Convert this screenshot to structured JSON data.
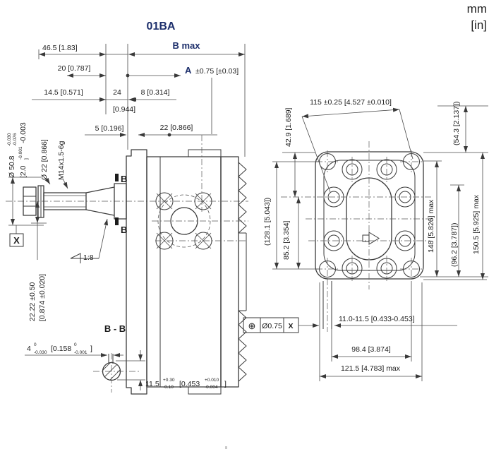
{
  "title": "01BA",
  "units": {
    "mm": "mm",
    "in": "[in]"
  },
  "colors": {
    "accent": "#1c2e6b",
    "line": "#3a3a3a",
    "text": "#1c1c1c"
  },
  "side": {
    "d46_5": "46.5 [1.83]",
    "b_max": "B max",
    "d20": "20 [0.787]",
    "a": "A",
    "a_tol": "±0.75 [±0.03]",
    "d14_5": "14.5 [0.571]",
    "d24": "24",
    "d24_in": "[0.944]",
    "d8": "8 [0.314]",
    "d5": "5 [0.196]",
    "d22": "22 [0.866]",
    "dia50_8": {
      "main": "Ø 50.8",
      "sup": "-0.030",
      "sub": "-0.076",
      "in_main": "[2.0",
      "in_sup": "-0.001",
      "in_sub": "-0.003",
      "in_close": "]"
    },
    "dia22": "Ø 22 [0.866]",
    "thread": "M14x1.5-6g",
    "d22_22": "22.22 ±0.50",
    "d22_22_in": "[0.874 ±0.020]",
    "datum": "X",
    "taper": "1:8",
    "section_label": "B"
  },
  "bb": {
    "title": "B - B",
    "d4": {
      "main": "4",
      "sup": "0",
      "sub": "-0.030",
      "in_main": "[0.158",
      "in_sup": "0",
      "in_sub": "-0.001",
      "in_close": "]"
    },
    "d11_5": {
      "main": "11.5",
      "sup": "+0.30",
      "sub": "-0.10",
      "in_main": "[0.453",
      "in_sup": "+0.010",
      "in_sub": "-0.004",
      "in_close": "]"
    }
  },
  "rear": {
    "d115": "115 ±0.25 [4.527 ±0.010]",
    "d42_9": "42.9 [1.689]",
    "d54_3": "(54.3 [2.137])",
    "d128_1": "(128.1 [5.043])",
    "d85_2": "85.2 [3.354]",
    "d148": "148 [5.826] max",
    "d96_2": "(96.2 [3.787])",
    "d150_5": "150.5 [5.925] max",
    "d_slot": "11.0-11.5 [0.433-0.453]",
    "d98_4": "98.4 [3.874]",
    "d121_5": "121.5 [4.783] max",
    "fcf": {
      "symbol": "⊕",
      "tol": "Ø0.75",
      "datum": "X"
    }
  }
}
